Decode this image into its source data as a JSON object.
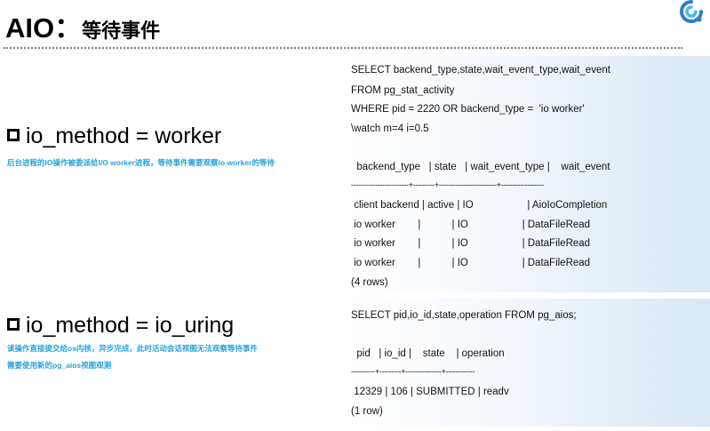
{
  "title": {
    "en": "AIO：",
    "cn": "等待事件"
  },
  "logo": {
    "icon": "brand-swirl-icon",
    "colors": [
      "#2f7fd0",
      "#4ab8e6"
    ]
  },
  "section1": {
    "heading": "io_method  =  worker",
    "description": "后台进程的IO操作被委派给I/O worker进程，等待事件需要观察io worker的等待",
    "query": [
      "SELECT backend_type,state,wait_event_type,wait_event",
      "FROM pg_stat_activity",
      "WHERE pid = 2220 OR backend_type =  'io worker'",
      "\\watch m=4 i=0.5"
    ],
    "result": [
      "  backend_type   | state   | wait_event_type |    wait_event",
      "------------------------+---------+------------------------+------------------",
      " client backend | active | IO                   | AioIoCompletion",
      " io worker        |           | IO                   | DataFileRead",
      " io worker        |           | IO                   | DataFileRead",
      " io worker        |           | IO                   | DataFileRead",
      "(4 rows)"
    ]
  },
  "section2": {
    "heading": "io_method  =  io_uring",
    "description": [
      "读操作直接提交给os内核，异步完成，此时活动会话视图无法观察等待事件",
      "需要使用新的pg_aios视图观测"
    ],
    "query": [
      "SELECT pid,io_id,state,operation FROM pg_aios;"
    ],
    "result": [
      "  pid   | io_id |    state    | operation",
      "----------+---------+---------------+------------",
      " 12329 | 106 | SUBMITTED | readv",
      "(1 row)"
    ]
  },
  "colors": {
    "accent": "#29a3d8",
    "panel": "#d9e7f4"
  }
}
